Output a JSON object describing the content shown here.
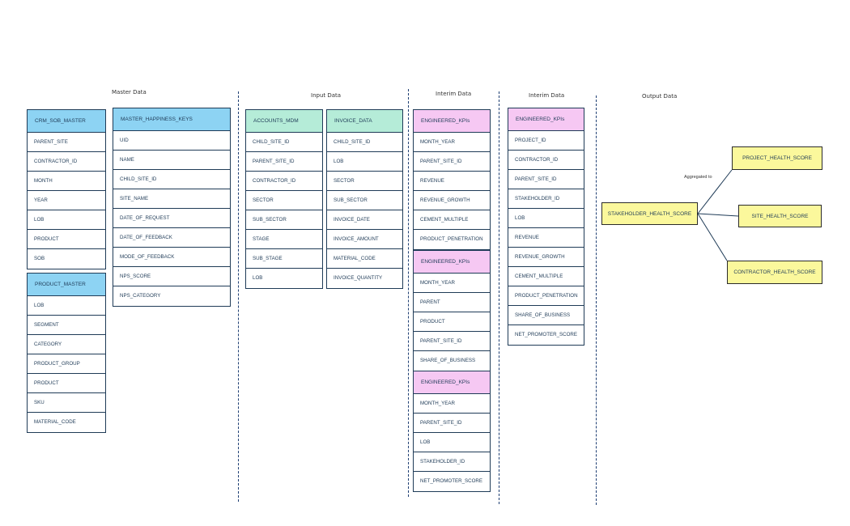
{
  "sections": {
    "master": "Master Data",
    "input": "Input Data",
    "interim1": "Interim Data",
    "interim2": "Interim Data",
    "output": "Output Data"
  },
  "tables": {
    "crm_sob_master": {
      "title": "CRM_SOB_MASTER",
      "rows": [
        "PARENT_SITE",
        "CONTRACTOR_ID",
        "MONTH",
        "YEAR",
        "LOB",
        "PRODUCT",
        "SOB"
      ]
    },
    "product_master": {
      "title": "PRODUCT_MASTER",
      "rows": [
        "LOB",
        "SEGMENT",
        "CATEGORY",
        "PRODUCT_GROUP",
        "PRODUCT",
        "SKU",
        "MATERIAL_CODE"
      ]
    },
    "master_happiness_keys": {
      "title": "MASTER_HAPPINESS_KEYS",
      "rows": [
        "UID",
        "NAME",
        "CHILD_SITE_ID",
        "SITE_NAME",
        "DATE_OF_REQUEST",
        "DATE_OF_FEEDBACK",
        "MODE_OF_FEEDBACK",
        "NPS_SCORE",
        "NPS_CATEGORY"
      ]
    },
    "accounts_mdm": {
      "title": "ACCOUNTS_MDM",
      "rows": [
        "CHILD_SITE_ID",
        "PARENT_SITE_ID",
        "CONTRACTOR_ID",
        "SECTOR",
        "SUB_SECTOR",
        "STAGE",
        "SUB_STAGE",
        "LOB"
      ]
    },
    "invoice_data": {
      "title": "INVOICE_DATA",
      "rows": [
        "CHILD_SITE_ID",
        "LOB",
        "SECTOR",
        "SUB_SECTOR",
        "INVOICE_DATE",
        "INVOICE_AMOUNT",
        "MATERIAL_CODE",
        "INVOICE_QUANTITY"
      ]
    },
    "eng_kpis_1": {
      "title": "ENGINEERED_KPIs",
      "rows": [
        "MONTH_YEAR",
        "PARENT_SITE_ID",
        "REVENUE",
        "REVENUE_GROWTH",
        "CEMENT_MULTIPLE",
        "PRODUCT_PENETRATION"
      ]
    },
    "eng_kpis_2": {
      "title": "ENGINEERED_KPIs",
      "rows": [
        "MONTH_YEAR",
        "PARENT",
        "PRODUCT",
        "PARENT_SITE_ID",
        "SHARE_OF_BUSINESS"
      ]
    },
    "eng_kpis_3": {
      "title": "ENGINEERED_KPIs",
      "rows": [
        "MONTH_YEAR",
        "PARENT_SITE_ID",
        "LOB",
        "STAKEHOLDER_ID",
        "NET_PROMOTER_SCORE"
      ]
    },
    "eng_kpis_4": {
      "title": "ENGINEERED_KPIs",
      "rows": [
        "PROJECT_ID",
        "CONTRACTOR_ID",
        "PARENT_SITE_ID",
        "STAKEHOLDER_ID",
        "LOB",
        "REVENUE",
        "REVENUE_GROWTH",
        "CEMENT_MULTIPLE",
        "PRODUCT_PENETRATION",
        "SHARE_OF_BUSINESS",
        "NET_PROMOTER_SCORE"
      ]
    }
  },
  "outputs": {
    "stakeholder": "STAKEHOLDER_HEALTH_SCORE",
    "project": "PROJECT_HEALTH_SCORE",
    "site": "SITE_HEALTH_SCORE",
    "contractor": "CONTRACTOR_HEALTH_SCORE",
    "aggregated_label": "Aggregated to"
  }
}
